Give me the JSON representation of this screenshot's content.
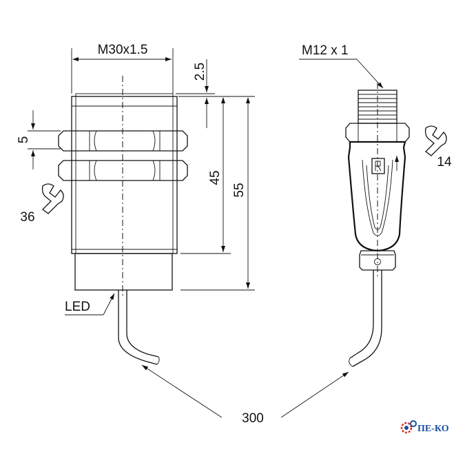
{
  "dimensions": {
    "thread": "M30x1.5",
    "thread_length": "2.5",
    "nut_height": "5",
    "length_45": "45",
    "length_55": "55",
    "wrench_sensor": "36",
    "connector_thread": "M12 x 1",
    "wrench_connector": "14",
    "cable_length": "300"
  },
  "labels": {
    "led": "LED"
  },
  "logo": {
    "text": "ПЕ-КО",
    "color": "#1b4f9c",
    "accent": "#d6302c"
  }
}
